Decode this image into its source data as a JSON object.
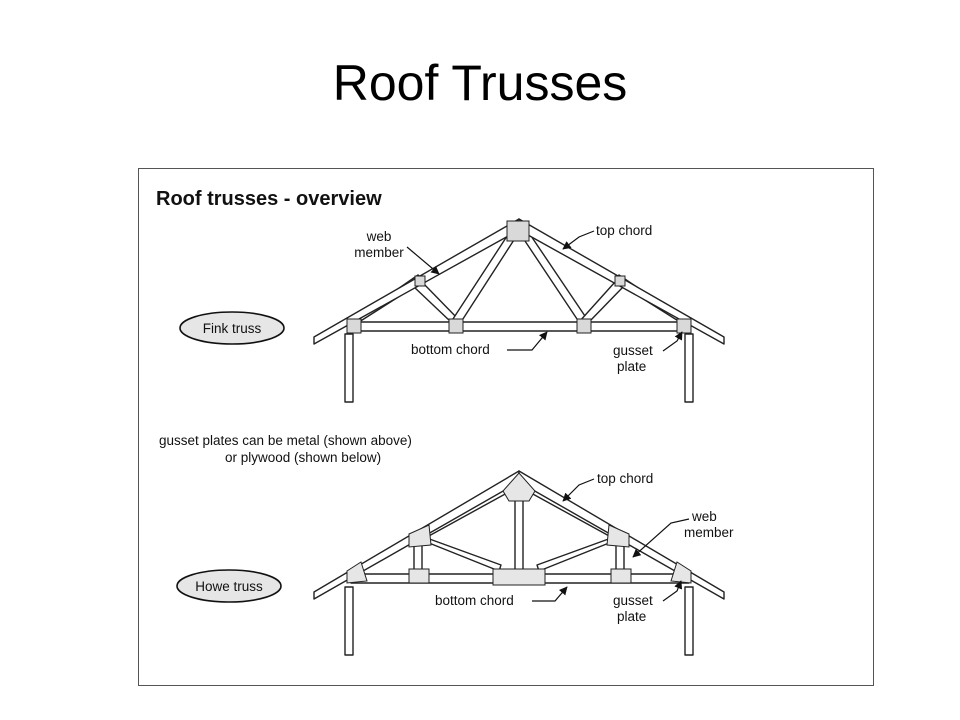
{
  "slide": {
    "title": "Roof Trusses"
  },
  "figure": {
    "heading": "Roof trusses - overview",
    "fink": {
      "badge": "Fink truss",
      "web_member_line1": "web",
      "web_member_line2": "member",
      "top_chord": "top chord",
      "bottom_chord": "bottom chord",
      "gusset_line1": "gusset",
      "gusset_line2": "plate"
    },
    "note_line1": "gusset plates can be metal (shown above)",
    "note_line2": "or plywood (shown below)",
    "howe": {
      "badge": "Howe truss",
      "top_chord": "top chord",
      "web_member_line1": "web",
      "web_member_line2": "member",
      "bottom_chord": "bottom chord",
      "gusset_line1": "gusset",
      "gusset_line2": "plate"
    },
    "colors": {
      "plate_fill": "#d9d9d9",
      "line": "#222222",
      "badge_fill": "#e6e6e6"
    }
  }
}
